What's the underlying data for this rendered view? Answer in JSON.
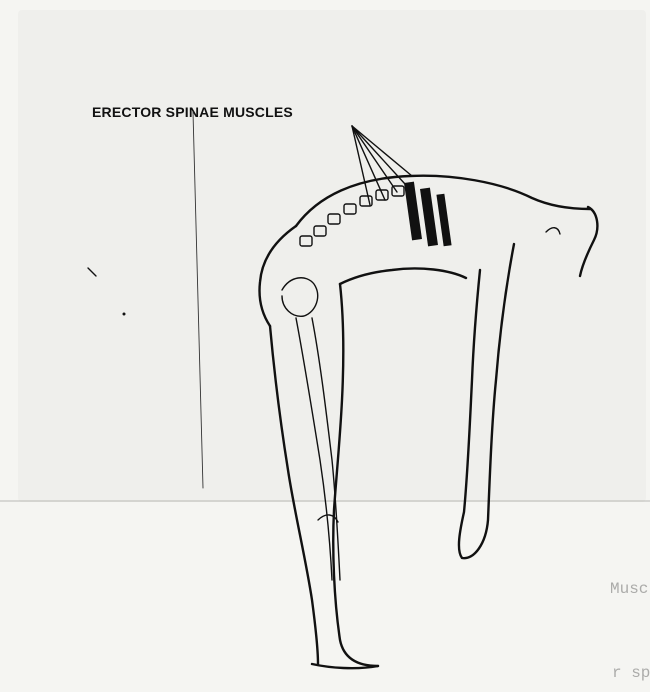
{
  "figure": {
    "label": "ERECTOR SPINAE MUSCLES"
  },
  "bleed_through": {
    "line1": "Muscles Surrounding the Spine (Back)",
    "line2": "r spine of natural muscles extend"
  }
}
